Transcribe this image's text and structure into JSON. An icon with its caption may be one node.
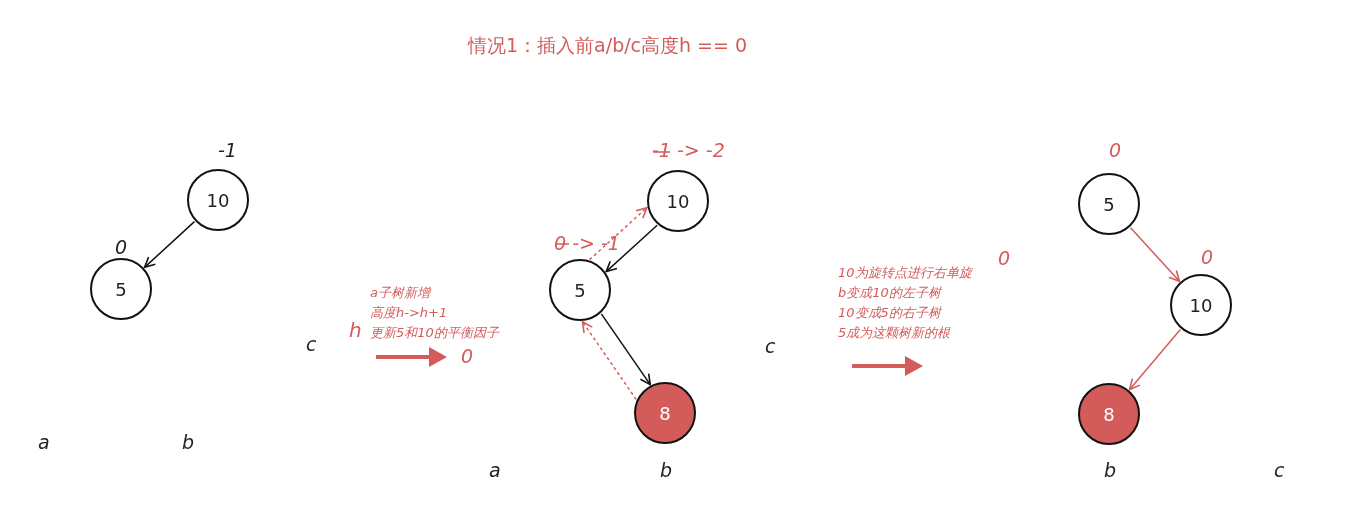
{
  "diagram": {
    "title": "情况1：插入前a/b/c高度h == 0",
    "nodes": [
      {
        "text": [
          "10"
        ],
        "beside": [
          "-1"
        ]
      },
      {
        "text": [
          "5"
        ],
        "beside": [
          "0"
        ]
      },
      {
        "text": [
          "10"
        ],
        "beside": [
          "-1 -> -2"
        ]
      },
      {
        "text": [
          "5"
        ],
        "beside": [
          "0 -> -1"
        ]
      },
      {
        "text": [
          "8"
        ]
      },
      {
        "text": [
          "5"
        ],
        "beside": [
          "0"
        ]
      },
      {
        "text": [
          "10"
        ],
        "beside": [
          "0"
        ]
      },
      {
        "text": [
          "8"
        ]
      }
    ],
    "edges": [
      {
        "from": 0,
        "to": 1,
        "arrow": "to",
        "color": "#111111"
      },
      {
        "from": 2,
        "to": 3,
        "arrow": "to",
        "color": "#111111"
      },
      {
        "from": 3,
        "to": 4,
        "arrow": "to",
        "color": "#111111"
      },
      {
        "from": 4,
        "to": 3,
        "arrow": "to",
        "style": "dashed"
      },
      {
        "from": 3,
        "to": 2,
        "arrow": "to",
        "style": "dashed"
      },
      {
        "from": 5,
        "to": 6,
        "arrow": "to"
      },
      {
        "from": 6,
        "to": 7,
        "arrow": "to"
      }
    ],
    "labels": [
      "c",
      "h",
      "a子树新增",
      "高度h->h+1",
      "更新5和10的平衡因子",
      "0",
      "c",
      "0",
      "10为旋转点进行右单旋",
      "b变成10的左子树",
      "10变成5的右子树",
      "5成为这颗树新的根",
      "a",
      "b",
      "a",
      "b",
      "b",
      "c"
    ]
  }
}
